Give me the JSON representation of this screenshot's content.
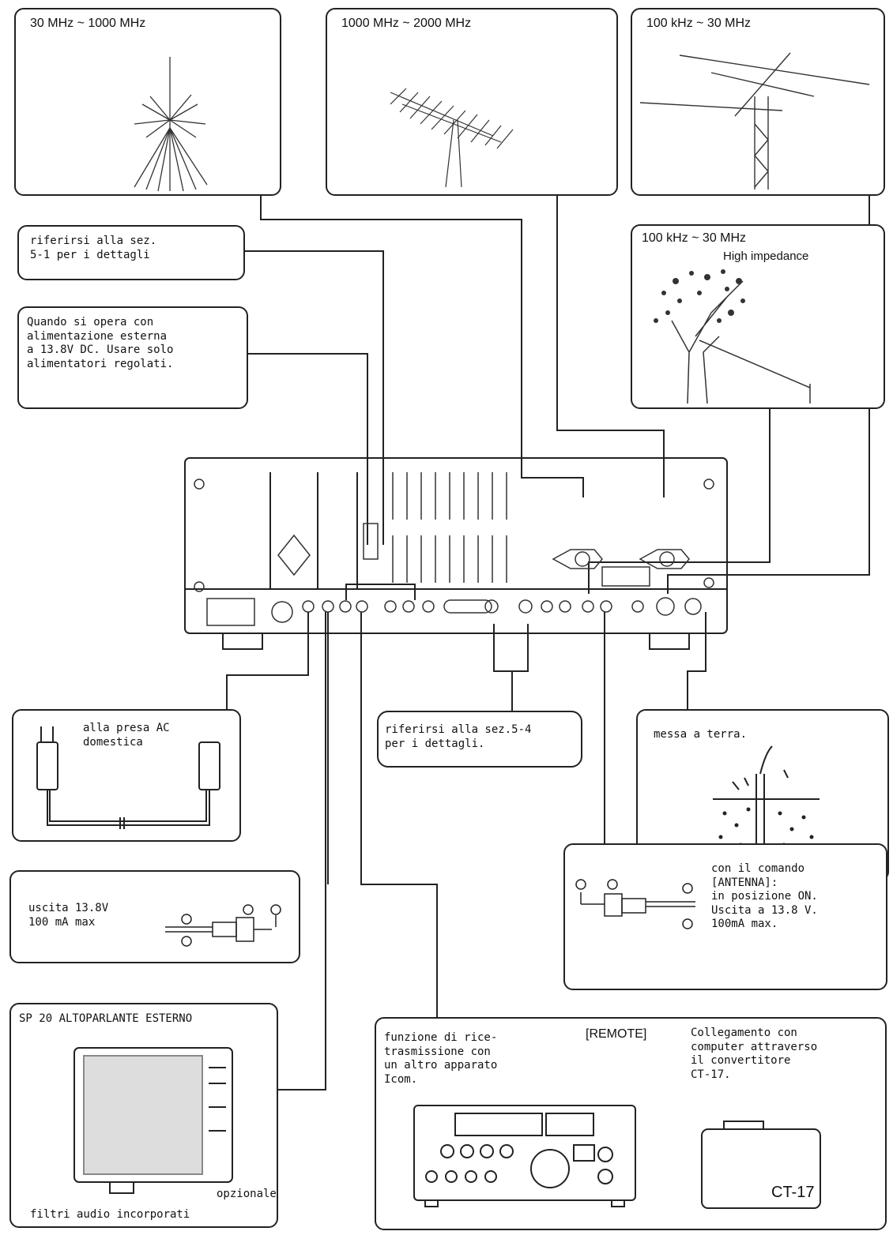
{
  "antennas": {
    "vhf_uhf": {
      "range": "30 MHz ~ 1000 MHz"
    },
    "uhf_high": {
      "range": "1000 MHz ~ 2000 MHz"
    },
    "hf_yagi": {
      "range": "100 kHz ~ 30 MHz"
    },
    "hf_wire": {
      "range": "100 kHz ~ 30 MHz",
      "note": "High impedance"
    }
  },
  "notes": {
    "ref_5_1": "riferirsi alla sez.\n5-1 per i dettagli",
    "external_power": "Quando si opera con\nalimentazione esterna\na 13.8V DC. Usare solo\nalimentatori regolati.",
    "ac_outlet": "alla presa AC\ndomestica",
    "ref_5_4": "riferirsi alla sez.5-4\nper i dettagli.",
    "ground": "messa a terra.",
    "output_13_8v": "uscita 13.8V\n100 mA max",
    "antenna_cmd": "con il comando\n[ANTENNA]:\nin posizione ON.\nUscita a 13.8 V.\n100mA max.",
    "speaker_title": "SP 20 ALTOPARLANTE ESTERNO",
    "speaker_optional": "opzionale",
    "speaker_filters": "filtri audio incorporati",
    "remote_desc": "funzione di rice-\ntrasmissione con\nun altro apparato\nIcom.",
    "remote_tag": "[REMOTE]",
    "computer_desc": "Collegamento con\ncomputer attraverso\nil convertitore\nCT-17.",
    "ct17_label": "CT-17"
  }
}
